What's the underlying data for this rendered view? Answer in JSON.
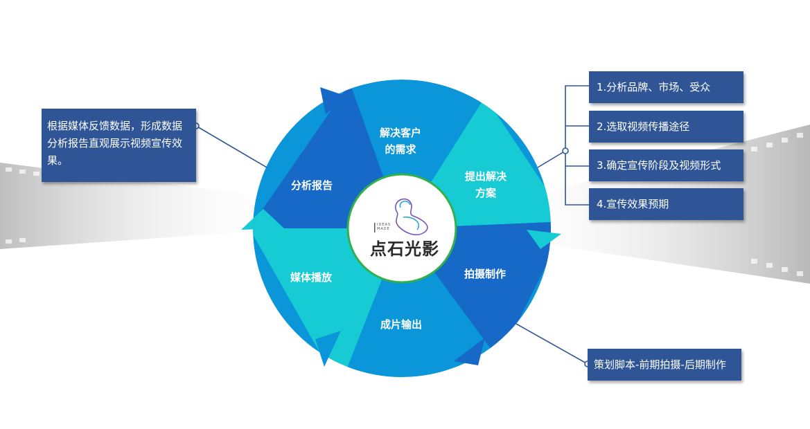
{
  "cycle": {
    "segments": [
      {
        "id": "needs",
        "label": "解决客户\n的需求",
        "color": "#0a96d8"
      },
      {
        "id": "solution",
        "label": "提出解决\n方案",
        "color": "#16cbd4"
      },
      {
        "id": "shooting",
        "label": "拍摄制作",
        "color": "#1769c8"
      },
      {
        "id": "output",
        "label": "成片输出",
        "color": "#0a96d8"
      },
      {
        "id": "media",
        "label": "媒体播放",
        "color": "#16cbd4"
      },
      {
        "id": "report",
        "label": "分析报告",
        "color": "#1769c8"
      }
    ],
    "center_logo": {
      "brand": "点石光影",
      "small_text": "IDEAS MADE",
      "ring_color": "#33b04a"
    }
  },
  "callouts": {
    "left": "根据媒体反馈数据，形成数据分析报告直观展示视频宣传效果。",
    "right_items": [
      "1.分析品牌、市场、受众",
      "2.选取视频传播途径",
      "3.确定宣传阶段及视频形式",
      "4.宣传效果预期"
    ],
    "bottom": "策划脚本-前期拍摄-后期制作"
  },
  "colors": {
    "callout_bg": "#2f5597",
    "connector": "#2f5597",
    "accent_dark": "#1769c8",
    "accent_mid": "#0a96d8",
    "accent_light": "#16cbd4"
  }
}
